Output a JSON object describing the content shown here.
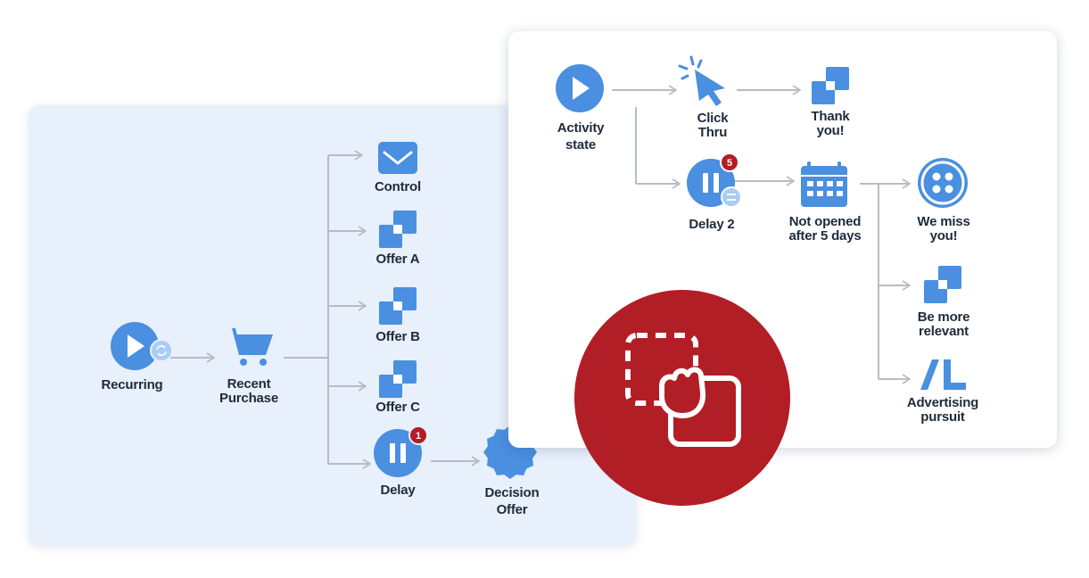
{
  "workflow_a": {
    "recurring": "Recurring",
    "recent_purchase": "Recent Purchase",
    "control": "Control",
    "offer_a": "Offer A",
    "offer_b": "Offer B",
    "offer_c": "Offer C",
    "delay": "Delay",
    "delay_badge": "1",
    "decision_offer": "Decision Offer"
  },
  "workflow_b": {
    "activity_state": "Activity state",
    "click_thru": "Click Thru",
    "thank_you": "Thank you!",
    "delay_2": "Delay 2",
    "delay_2_badge": "5",
    "not_opened": "Not opened after 5 days",
    "we_miss_you": "We miss you!",
    "be_more_relevant": "Be more relevant",
    "advertising_pursuit": "Advertising pursuit"
  },
  "colors": {
    "node_blue": "#4a8fe0",
    "badge_red": "#b21e25",
    "connector": "#b7bcc4",
    "left_panel_bg": "#e7f0fb"
  },
  "icons": {
    "recurring": "play-icon",
    "recurring_overlay": "refresh-icon",
    "recent_purchase": "shopping-cart-icon",
    "control": "envelope-icon",
    "offer": "stacked-squares-icon",
    "delay": "pause-icon",
    "decision_offer": "badge-seal-icon",
    "activity_state": "play-icon",
    "click_thru": "cursor-click-icon",
    "delay_2_overlay": "equals-icon",
    "not_opened": "calendar-icon",
    "we_miss_you": "four-dots-icon",
    "advertising_pursuit": "ad-slash-icon",
    "drag_drop": "drag-hand-icon"
  }
}
